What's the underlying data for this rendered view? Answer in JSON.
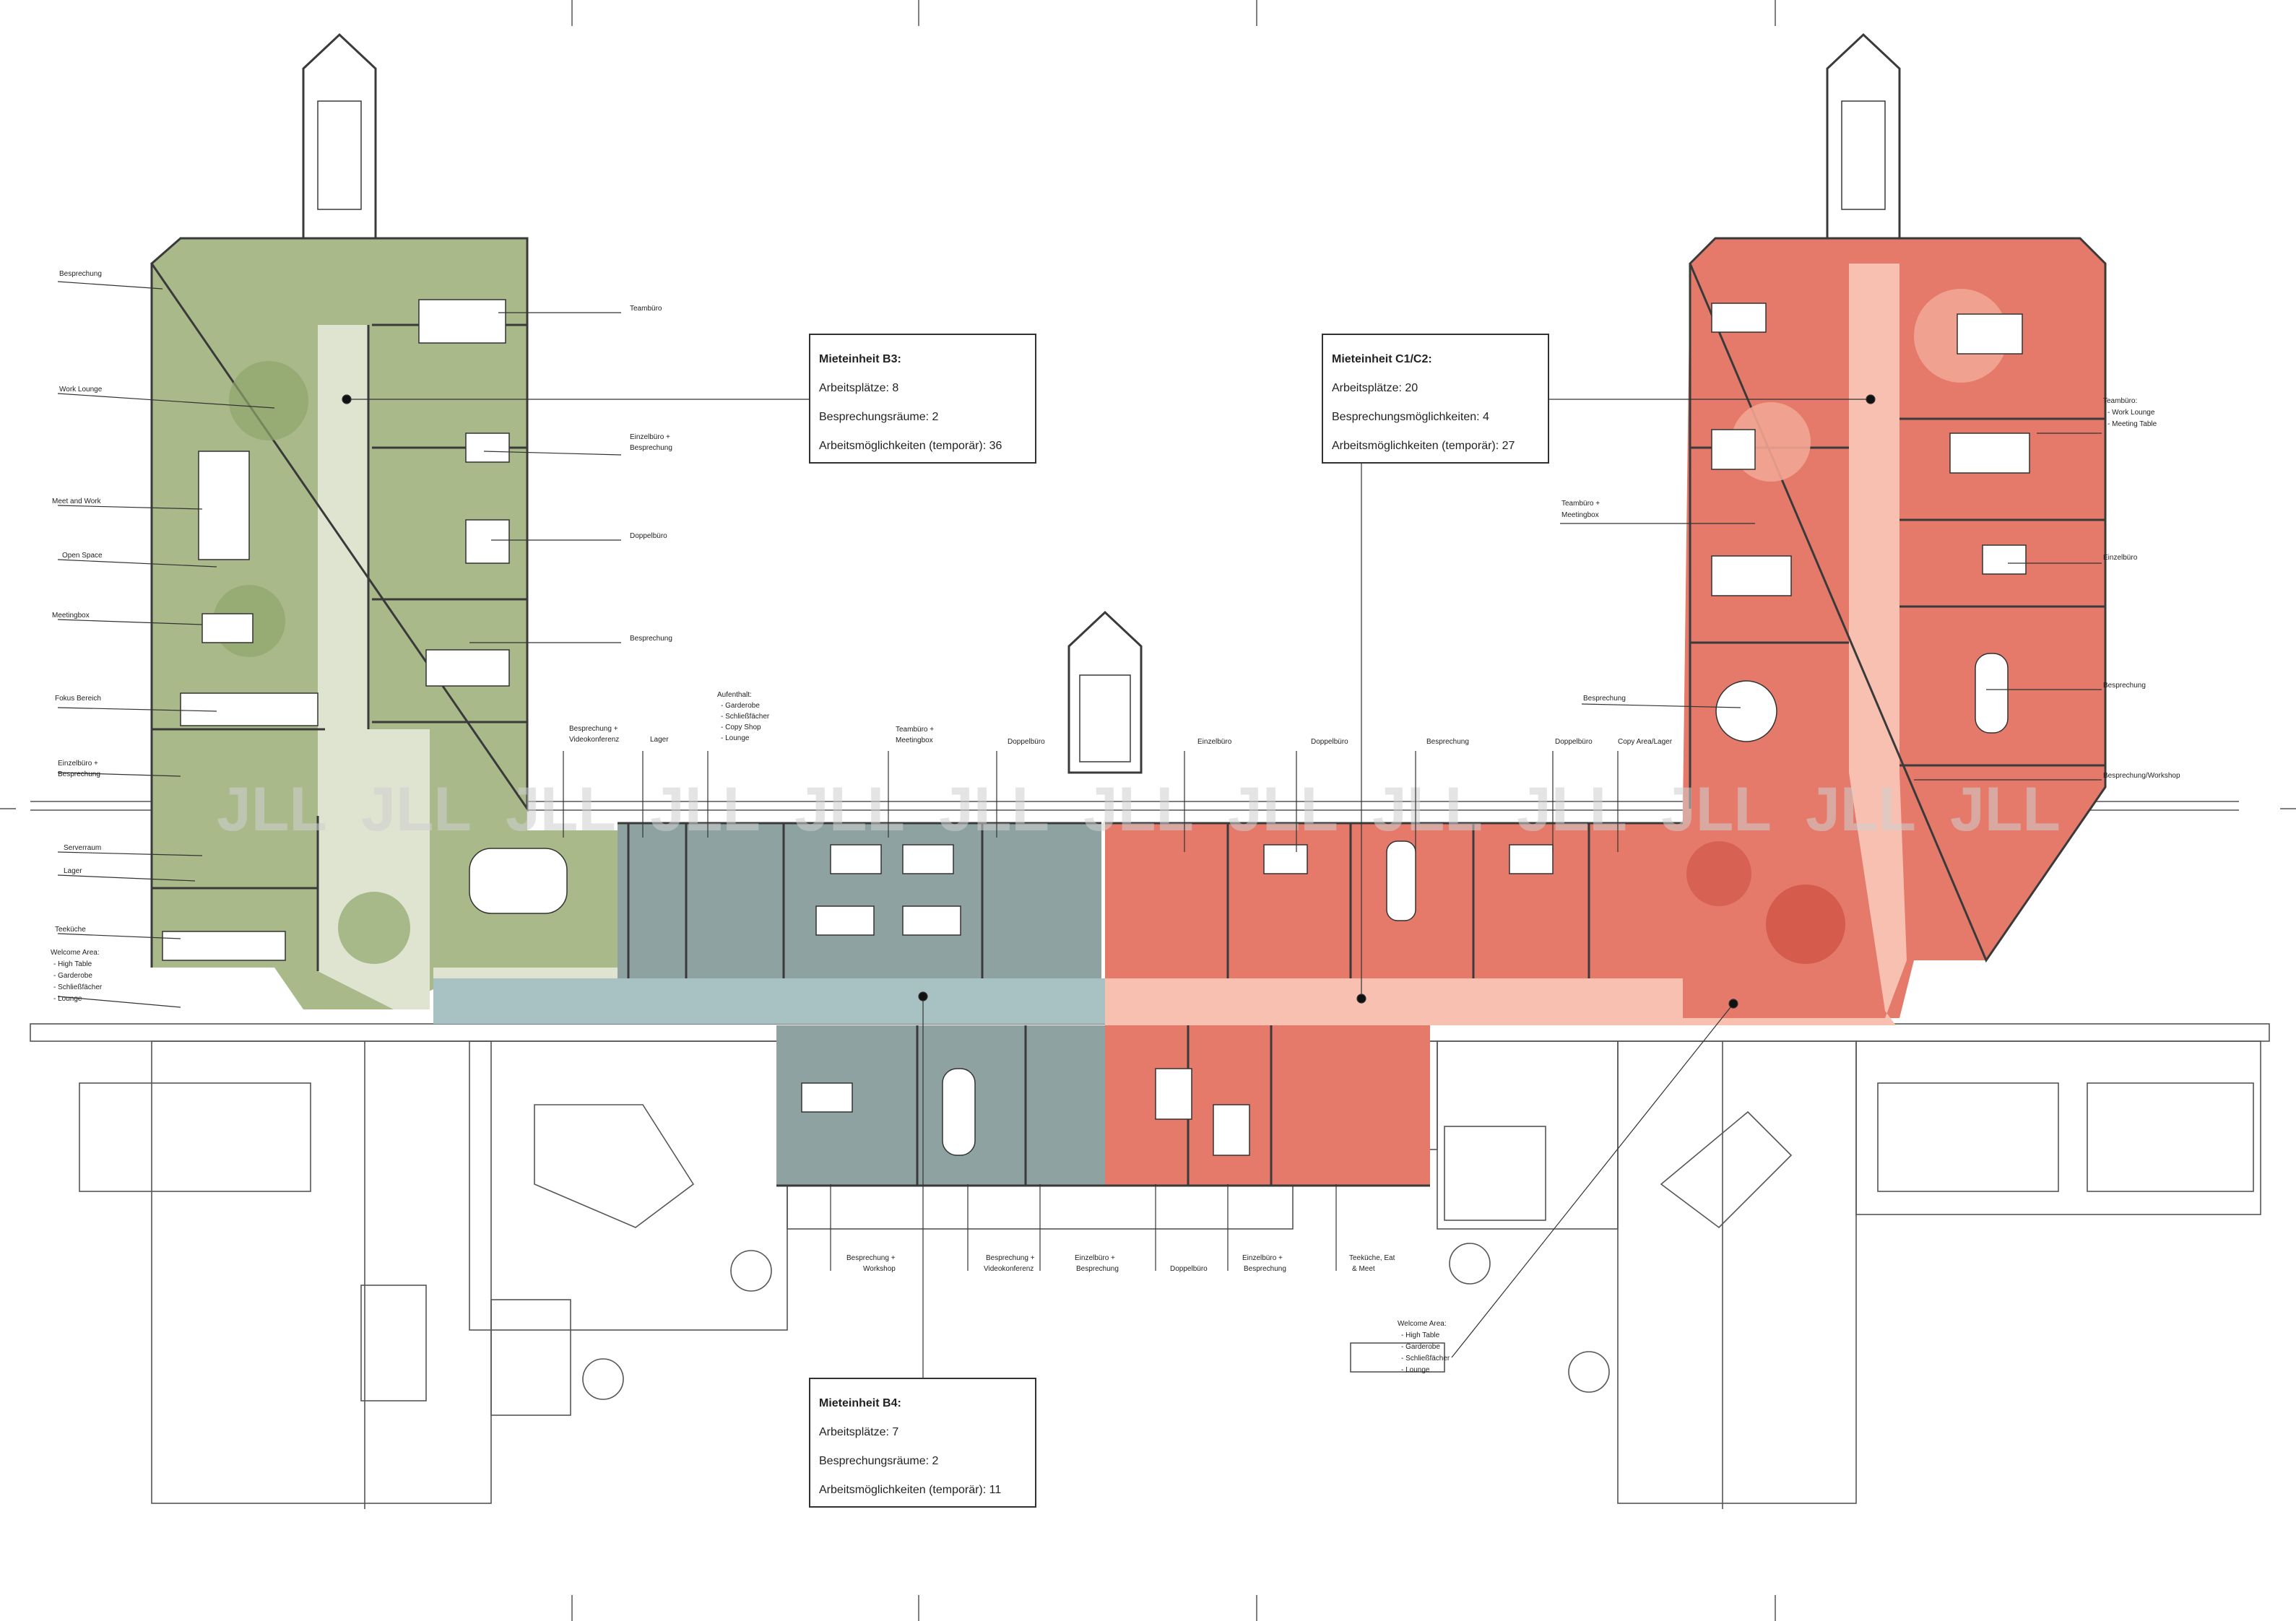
{
  "colors": {
    "b3_room": "#aab98a",
    "b3_corridor": "#dfe4d1",
    "b4_room": "#8ea3a1",
    "b4_corridor": "#a8c2c4",
    "c_room": "#e57a6a",
    "c_corridor": "#f8c0b0",
    "wall": "#3a3a3a",
    "watermark": "#cfcfcf"
  },
  "watermark": "JLL",
  "boxes": {
    "b3": {
      "title": "Mieteinheit B3:",
      "line1": "Arbeitsplätze: 8",
      "line2": "Besprechungsräume: 2",
      "line3": "Arbeitsmöglichkeiten (temporär): 36"
    },
    "c": {
      "title": "Mieteinheit C1/C2:",
      "line1": "Arbeitsplätze: 20",
      "line2": "Besprechungsmöglichkeiten: 4",
      "line3": "Arbeitsmöglichkeiten (temporär): 27"
    },
    "b4": {
      "title": "Mieteinheit B4:",
      "line1": "Arbeitsplätze: 7",
      "line2": "Besprechungsräume: 2",
      "line3": "Arbeitsmöglichkeiten (temporär): 11"
    }
  },
  "labels": {
    "left": {
      "besprechung": "Besprechung",
      "work_lounge": "Work Lounge",
      "meet_and_work": "Meet and Work",
      "open_space": "Open Space",
      "meetingbox": "Meetingbox",
      "fokus_bereich": "Fokus Bereich",
      "einzelbuero_besp_1": "Einzelbüro +",
      "einzelbuero_besp_2": "Besprechung",
      "serverraum": "Serverraum",
      "lager": "Lager",
      "teekueche": "Teeküche",
      "welcome_1": "Welcome Area:",
      "welcome_2": "- High Table",
      "welcome_3": "- Garderobe",
      "welcome_4": "- Schließfächer",
      "welcome_5": "- Lounge"
    },
    "b3_right": {
      "teambuero": "Teambüro",
      "einzel_1": "Einzelbüro +",
      "einzel_2": "Besprechung",
      "doppelbuero": "Doppelbüro",
      "besprechung": "Besprechung"
    },
    "top_mid": {
      "besp_video_1": "Besprechung +",
      "besp_video_2": "Videokonferenz",
      "lager": "Lager",
      "aufenthalt_1": "Aufenthalt:",
      "aufenthalt_2": "- Garderobe",
      "aufenthalt_3": "- Schließfächer",
      "aufenthalt_4": "- Copy Shop",
      "aufenthalt_5": "- Lounge",
      "teambuero_1": "Teambüro +",
      "teambuero_2": "Meetingbox",
      "doppelbuero": "Doppelbüro"
    },
    "top_right": {
      "einzelbuero": "Einzelbüro",
      "doppelbuero_1": "Doppelbüro",
      "besprechung": "Besprechung",
      "doppelbuero_2": "Doppelbüro",
      "copy": "Copy Area/Lager"
    },
    "c_left": {
      "teambuero_1": "Teambüro +",
      "teambuero_2": "Meetingbox",
      "besprechung": "Besprechung"
    },
    "c_right": {
      "tb_1": "Teambüro:",
      "tb_2": "- Work Lounge",
      "tb_3": "- Meeting Table",
      "einzelbuero": "Einzelbüro",
      "besprechung": "Besprechung",
      "workshop": "Besprechung/Workshop"
    },
    "bottom": {
      "bw_1": "Besprechung +",
      "bw_2": "Workshop",
      "bv_1": "Besprechung +",
      "bv_2": "Videokonferenz",
      "eb_1": "Einzelbüro +",
      "eb_2": "Besprechung",
      "doppelbuero": "Doppelbüro",
      "eb2_1": "Einzelbüro +",
      "eb2_2": "Besprechung",
      "tk_1": "Teeküche, Eat",
      "tk_2": "& Meet",
      "welcome_1": "Welcome Area:",
      "welcome_2": "- High Table",
      "welcome_3": "- Garderobe",
      "welcome_4": "- Schließfächer",
      "welcome_5": "- Lounge"
    }
  }
}
